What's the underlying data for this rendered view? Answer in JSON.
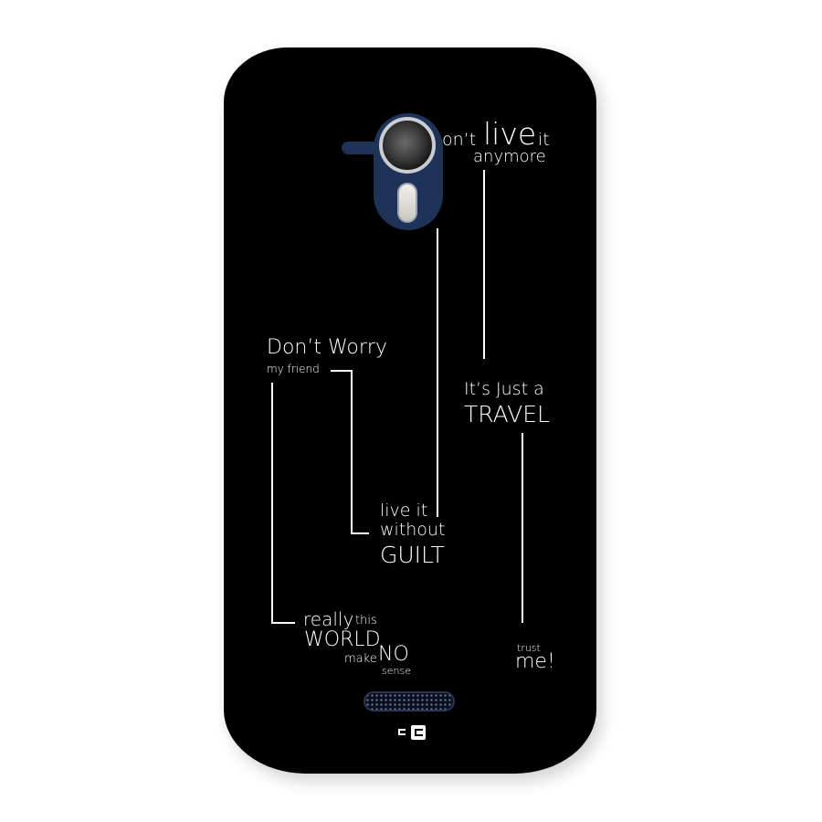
{
  "product": {
    "case_color": "#000000",
    "camera_housing_color": "#1f3358",
    "text_color": "#ffffff"
  },
  "quotes": {
    "top": {
      "prefix": "on’t",
      "big": "live",
      "suffix": "it",
      "line2": "anymore"
    },
    "dont_worry": {
      "title": "Don’t Worry",
      "sub": "my friend"
    },
    "travel": {
      "line1": "It’s Just a",
      "big": "TRAVEL"
    },
    "guilt": {
      "line1": "live it",
      "line2": "without",
      "big": "GUILT"
    },
    "world": {
      "w1": "really",
      "w2": "this",
      "big": "WORLD",
      "w3": "make",
      "no": "NO",
      "w4": "sense"
    },
    "trust": {
      "small": "trust",
      "big": "me!"
    }
  },
  "logo": {
    "brand_icon": "cc-logo-icon"
  }
}
